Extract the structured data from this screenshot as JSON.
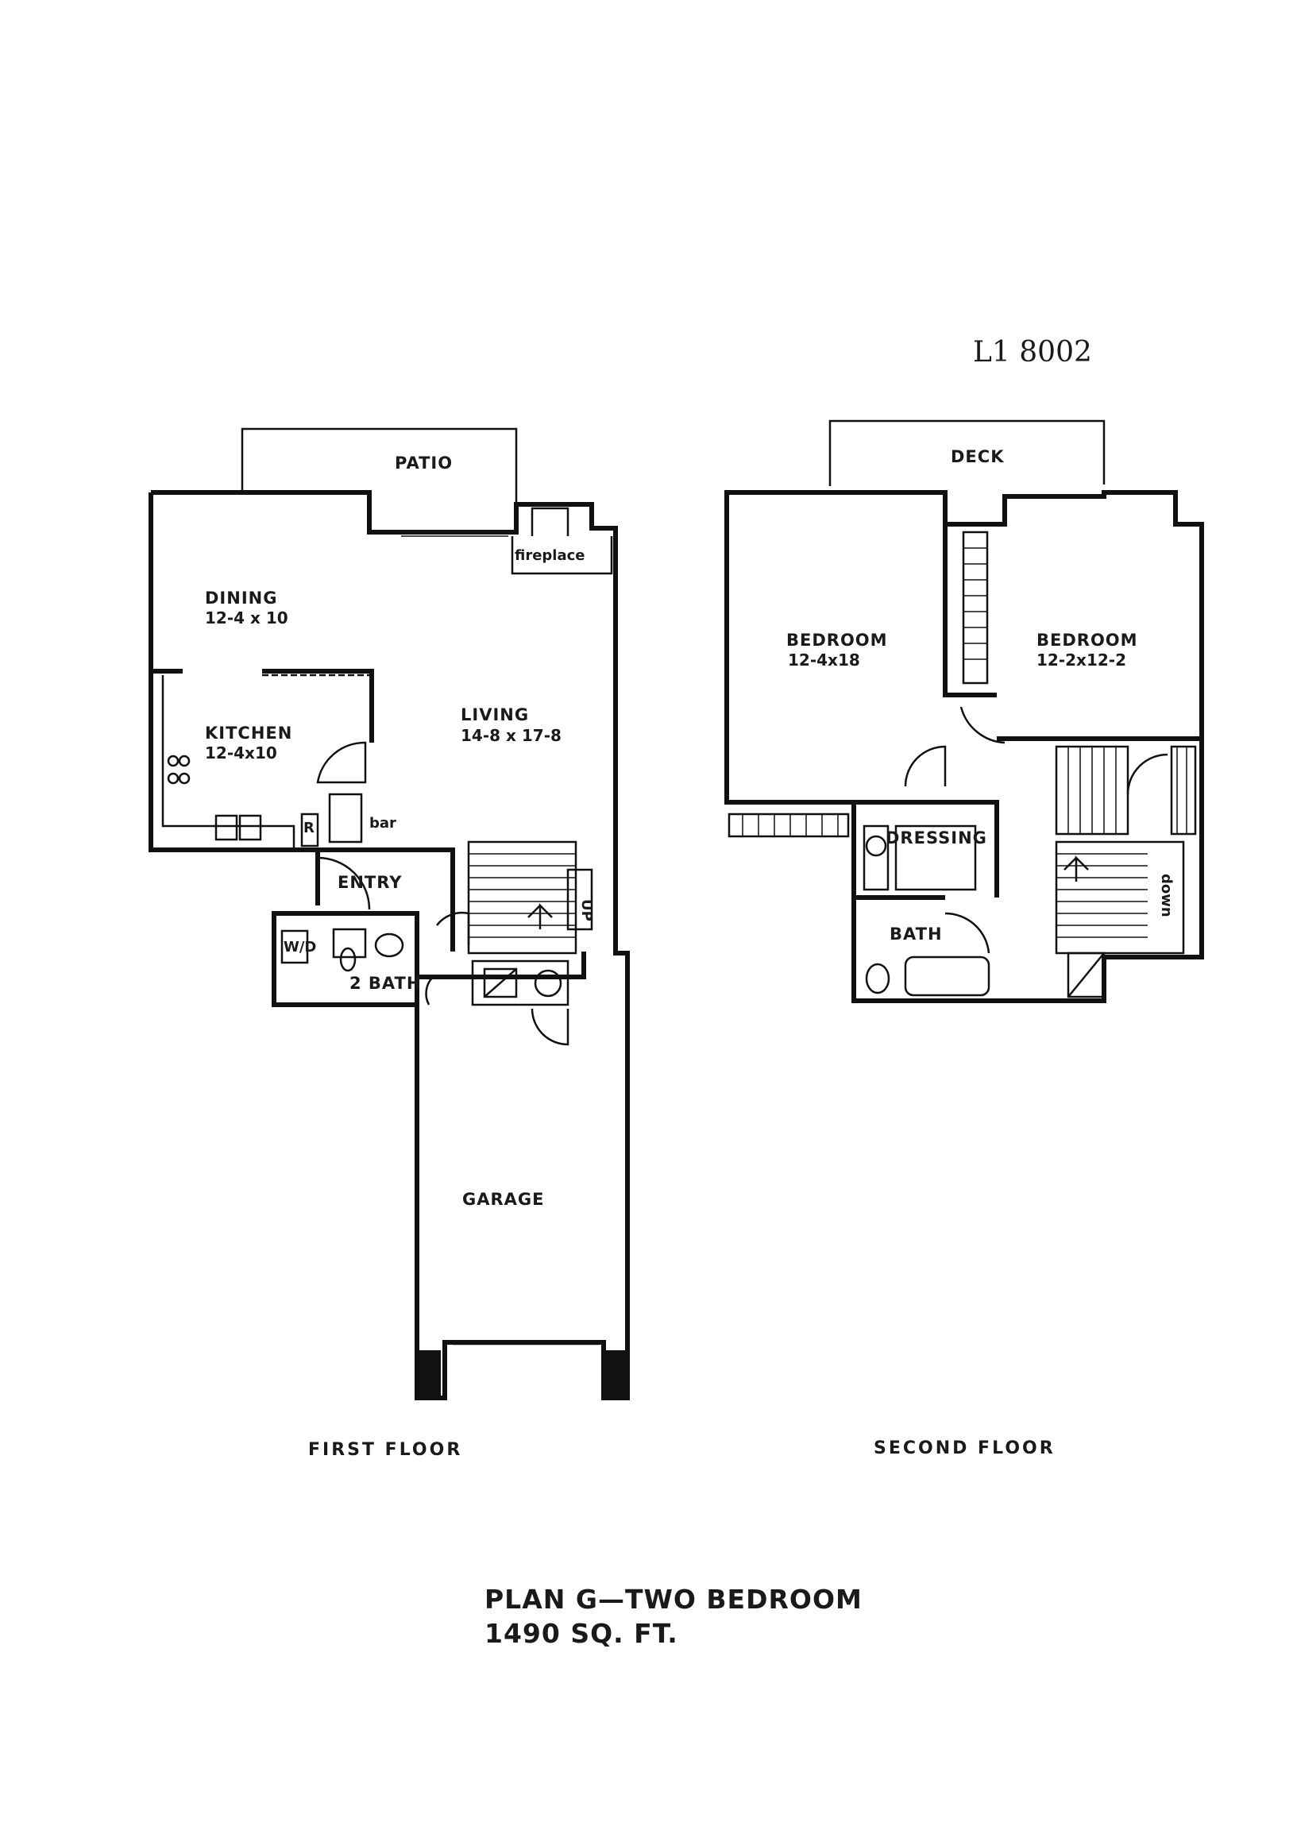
{
  "sheet": {
    "code": "L1 8002",
    "plan_title": "PLAN G—TWO BEDROOM",
    "plan_area": "1490   SQ. FT."
  },
  "first_floor": {
    "caption": "FIRST   FLOOR",
    "patio": "PATIO",
    "fireplace": "fireplace",
    "dining": {
      "name": "DINING",
      "size": "12-4 x 10"
    },
    "kitchen": {
      "name": "KITCHEN",
      "size": "12-4x10"
    },
    "living": {
      "name": "LIVING",
      "size": "14-8 x 17-8"
    },
    "bar": "bar",
    "refrigerator": "R",
    "entry": "ENTRY",
    "half_bath": "2 BATH",
    "washer_dryer": "W/D",
    "stairs": "UP",
    "garage": "GARAGE"
  },
  "second_floor": {
    "caption": "SECOND   FLOOR",
    "deck": "DECK",
    "bedroom_1": {
      "name": "BEDROOM",
      "size": "12-4x18"
    },
    "bedroom_2": {
      "name": "BEDROOM",
      "size": "12-2x12-2"
    },
    "dressing": "DRESSING",
    "bath": "BATH",
    "stairs": "down"
  }
}
